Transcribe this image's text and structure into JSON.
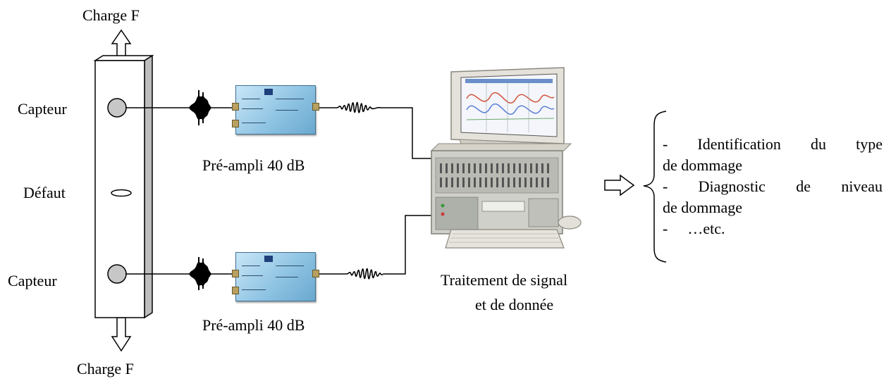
{
  "labels": {
    "charge_top": "Charge F",
    "charge_bottom": "Charge F",
    "sensor_top": "Capteur",
    "sensor_bottom": "Capteur",
    "defect": "Défaut",
    "preamp_top": "Pré-ampli 40 dB",
    "preamp_bottom": "Pré-ampli 40 dB",
    "processing_line1": "Traitement de signal",
    "processing_line2": "et de donnée"
  },
  "outcomes": {
    "item1_words": [
      "-",
      "Identification",
      "du",
      "type"
    ],
    "item1_line2": "de dommage",
    "item2_words": [
      "-",
      "Diagnostic",
      "de",
      "niveau"
    ],
    "item2_line2": "de dommage",
    "item3_dash": "-",
    "item3_text": "…etc."
  },
  "icons": [
    "arrow-up-icon",
    "arrow-down-icon",
    "arrow-right-icon",
    "brace-icon",
    "preamplifier-icon",
    "computer-icon",
    "waveform-icon"
  ]
}
